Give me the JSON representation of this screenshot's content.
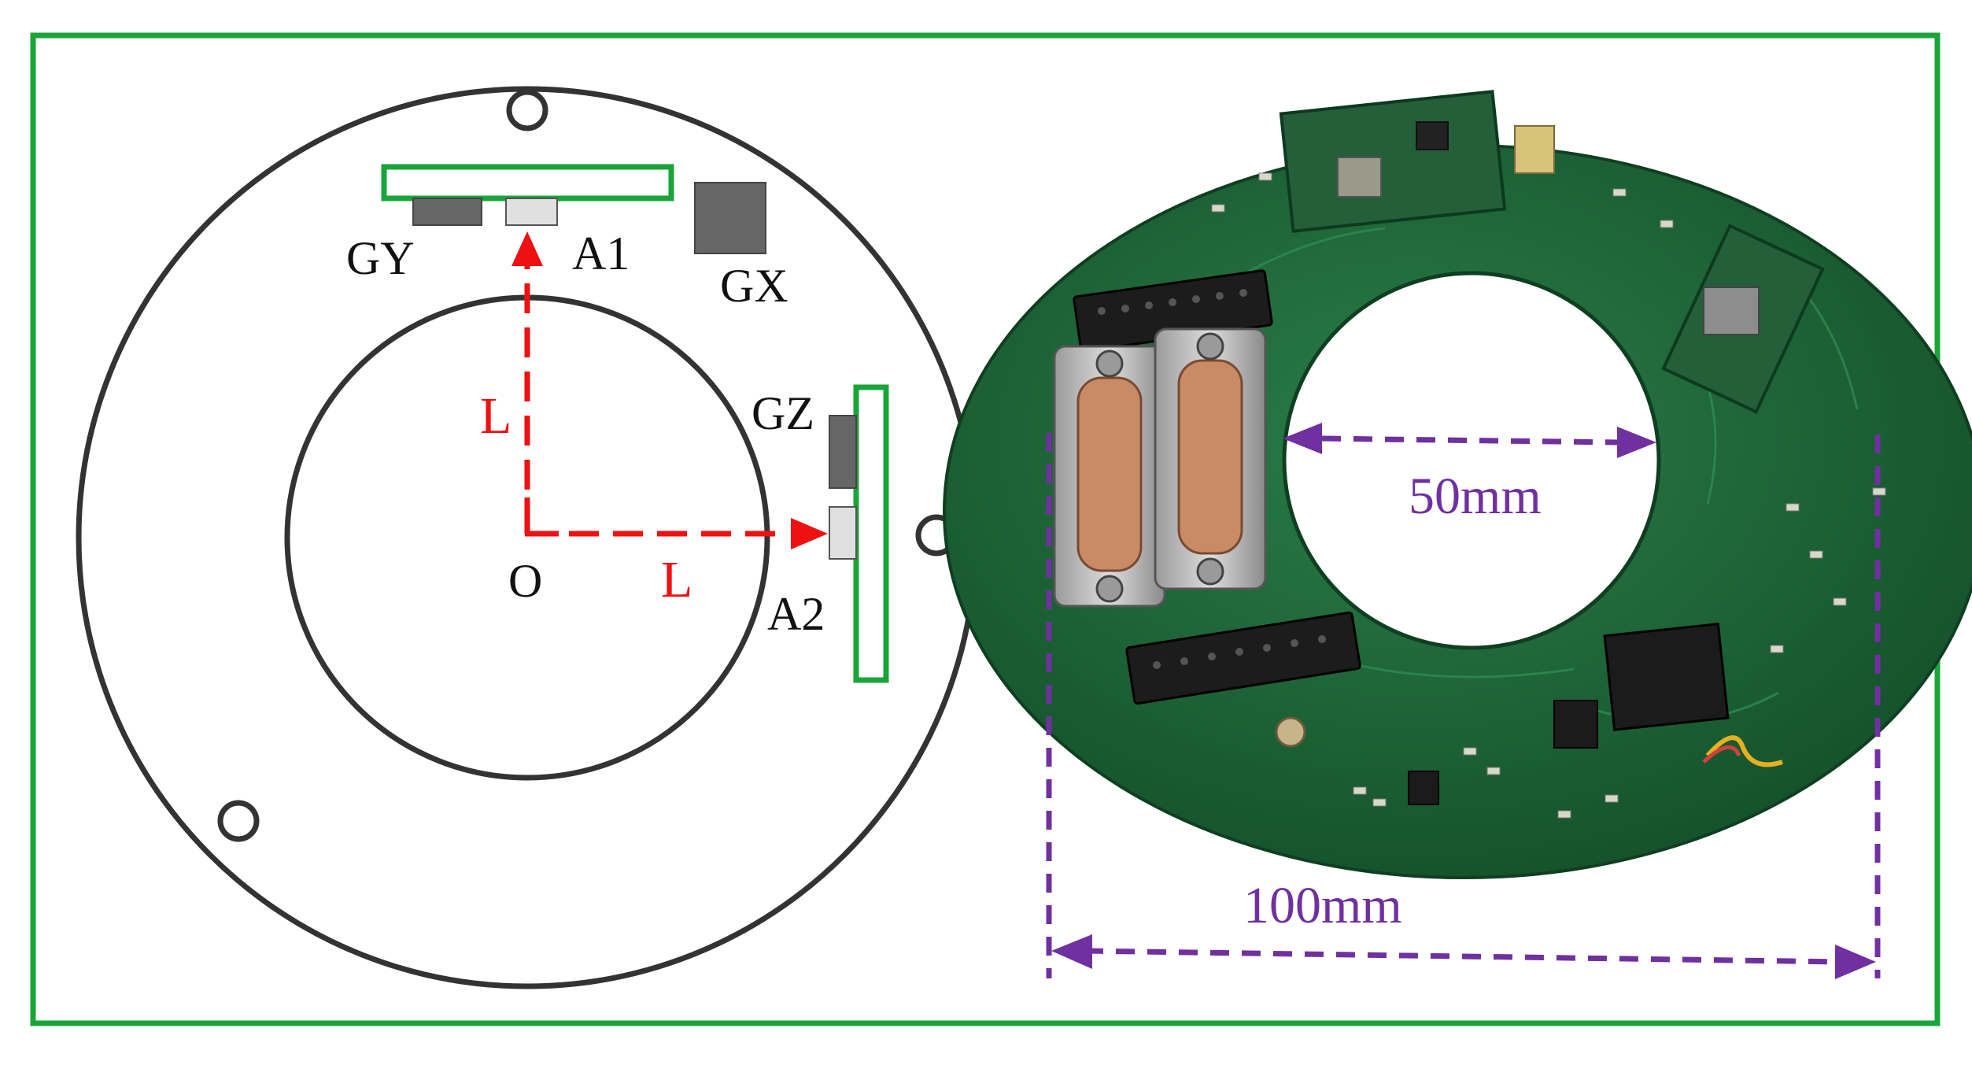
{
  "colors": {
    "frame": "#1aa53a",
    "outline": "#333333",
    "sensor_dark": "#666666",
    "sensor_light": "#e0e0e0",
    "axis_arrow": "#ee1111",
    "dimension": "#7030a0",
    "pcb": "#1f6b3a",
    "pcb_dark": "#154f2a",
    "connector": "#c98a66",
    "metal": "#b8b8b8"
  },
  "schematic": {
    "labels": {
      "gy": "GY",
      "a1": "A1",
      "gx": "GX",
      "gz": "GZ",
      "a2": "A2",
      "origin": "O",
      "l_vertical": "L",
      "l_horizontal": "L"
    }
  },
  "photo": {
    "inner_dimension": "50mm",
    "outer_dimension": "100mm"
  }
}
